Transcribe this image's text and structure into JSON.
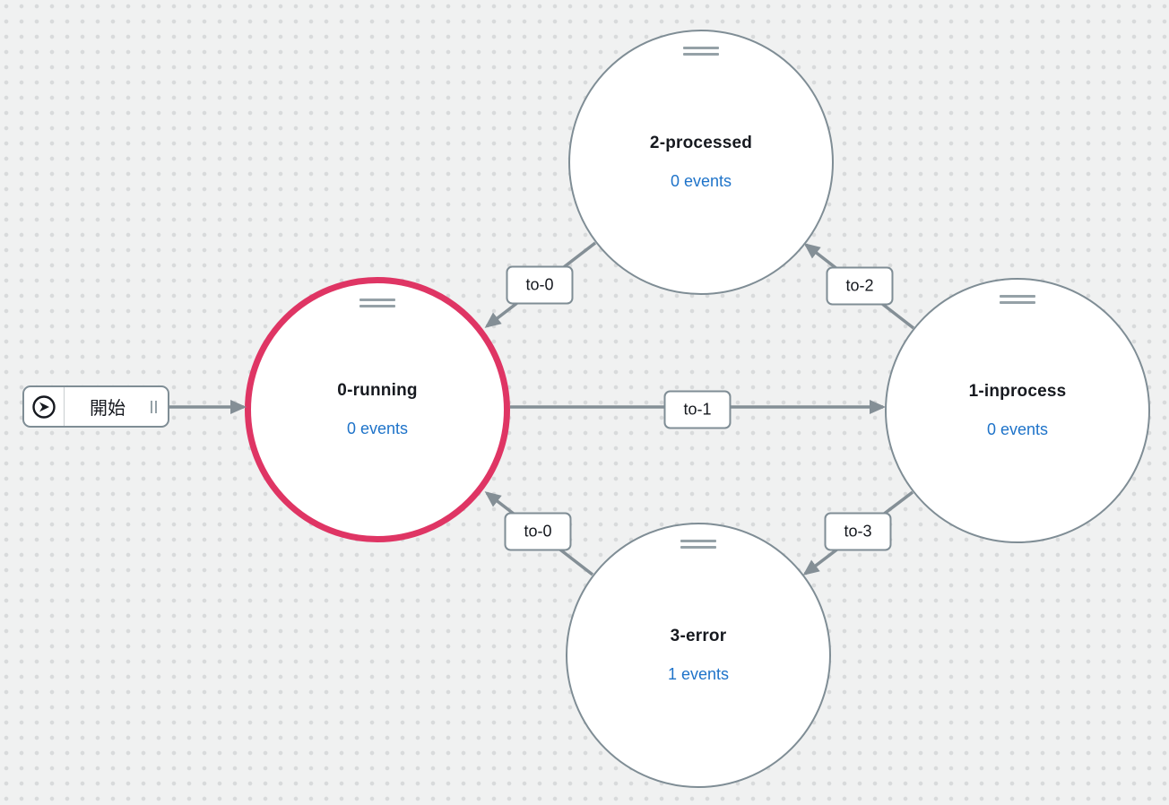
{
  "colors": {
    "background": "#f0f1f1",
    "grid_dot": "#d8dadb",
    "state_fill": "#ffffff",
    "state_border": "#7f8d95",
    "selected_state_border": "#df3564",
    "edge": "#848f96",
    "state_name_text": "#16191f",
    "events_link_text": "#1e73c9",
    "handle": "#95a1a7"
  },
  "icons": {
    "start": "play-circle-icon",
    "state_drag": "drag-handle-icon (double horizontal bars)",
    "start_connector": "connector-handle-icon (double vertical bars)"
  },
  "start_node": {
    "label": "開始"
  },
  "states": [
    {
      "name": "0-running",
      "events_label": "0 events",
      "selected": true
    },
    {
      "name": "2-processed",
      "events_label": "0 events",
      "selected": false
    },
    {
      "name": "1-inprocess",
      "events_label": "0 events",
      "selected": false
    },
    {
      "name": "3-error",
      "events_label": "1 events",
      "selected": false
    }
  ],
  "transitions": [
    {
      "label": "to-1",
      "from": "0-running",
      "to": "1-inprocess"
    },
    {
      "label": "to-2",
      "from": "1-inprocess",
      "to": "2-processed"
    },
    {
      "label": "to-0",
      "from": "2-processed",
      "to": "0-running"
    },
    {
      "label": "to-3",
      "from": "1-inprocess",
      "to": "3-error"
    },
    {
      "label": "to-0",
      "from": "3-error",
      "to": "0-running"
    },
    {
      "label": "",
      "from": "start",
      "to": "0-running"
    }
  ]
}
